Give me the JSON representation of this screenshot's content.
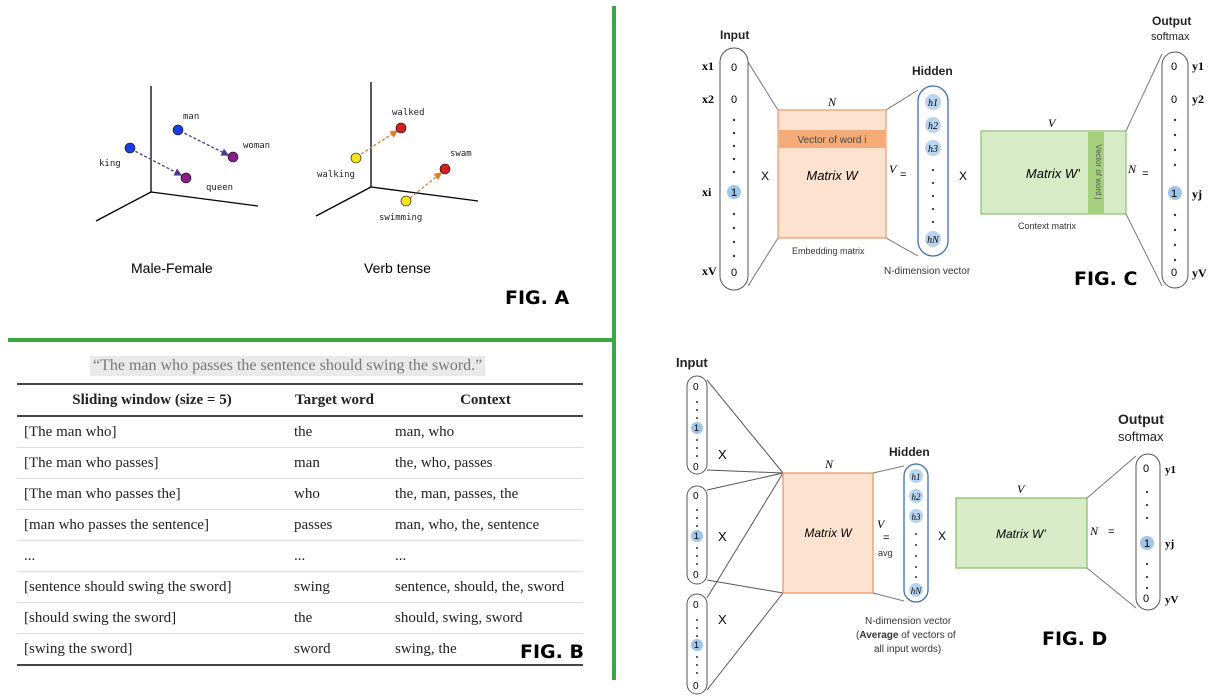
{
  "fig_a": {
    "label": "FIG. A",
    "left": {
      "caption": "Male-Female",
      "words": [
        "man",
        "woman",
        "king",
        "queen"
      ]
    },
    "right": {
      "caption": "Verb tense",
      "words": [
        "walked",
        "swam",
        "walking",
        "swimming"
      ]
    }
  },
  "fig_b": {
    "label": "FIG. B",
    "sentence": "“The man who passes the sentence should swing the sword.”",
    "columns": [
      "Sliding window (size = 5)",
      "Target word",
      "Context"
    ],
    "rows": [
      [
        "[The man who]",
        "the",
        "man, who"
      ],
      [
        "[The man who passes]",
        "man",
        "the, who, passes"
      ],
      [
        "[The man who passes the]",
        "who",
        "the, man, passes, the"
      ],
      [
        "[man who passes the sentence]",
        "passes",
        "man, who, the, sentence"
      ],
      [
        "...",
        "...",
        "..."
      ],
      [
        "[sentence should swing the sword]",
        "swing",
        "sentence, should, the, sword"
      ],
      [
        "[should swing the sword]",
        "the",
        "should, swing, sword"
      ],
      [
        "[swing the sword]",
        "sword",
        "swing, the"
      ]
    ]
  },
  "fig_c": {
    "label": "FIG. C",
    "input_title": "Input",
    "hidden_title": "Hidden",
    "output_title": "Output",
    "output_sub": "softmax",
    "input_labels": [
      "x1",
      "x2",
      "xi",
      "xV"
    ],
    "input_values": [
      "0",
      "0",
      "1",
      "0"
    ],
    "output_labels": [
      "y1",
      "y2",
      "yj",
      "yV"
    ],
    "output_values": [
      "0",
      "0",
      "1",
      "0"
    ],
    "hidden_units": [
      "h1",
      "h2",
      "h3",
      "hN"
    ],
    "matrix_w": "Matrix W",
    "matrix_w2": "Matrix W’",
    "vector_word_i": "Vector of word i",
    "vector_word_j": "Vector of word j",
    "embedding_label": "Embedding matrix",
    "context_label": "Context matrix",
    "ndim_label": "N-dimension vector",
    "n": "N",
    "v": "V",
    "times": "X",
    "equals": "="
  },
  "fig_d": {
    "label": "FIG. D",
    "input_title": "Input",
    "hidden_title": "Hidden",
    "output_title": "Output",
    "output_sub": "softmax",
    "input_values": [
      "0",
      "1",
      "0"
    ],
    "output_labels": [
      "y1",
      "yj",
      "yV"
    ],
    "output_values": [
      "0",
      "1",
      "0"
    ],
    "hidden_units": [
      "h1",
      "h2",
      "h3",
      "hN"
    ],
    "matrix_w": "Matrix W",
    "matrix_w2": "Matrix W’",
    "avg": "avg",
    "ndim_line1": "N-dimension vector",
    "ndim_line2a": "(",
    "ndim_bold": "Average",
    "ndim_line2b": " of vectors of",
    "ndim_line3": "all input words)",
    "n": "N",
    "v": "V",
    "times": "X",
    "equals": "="
  }
}
